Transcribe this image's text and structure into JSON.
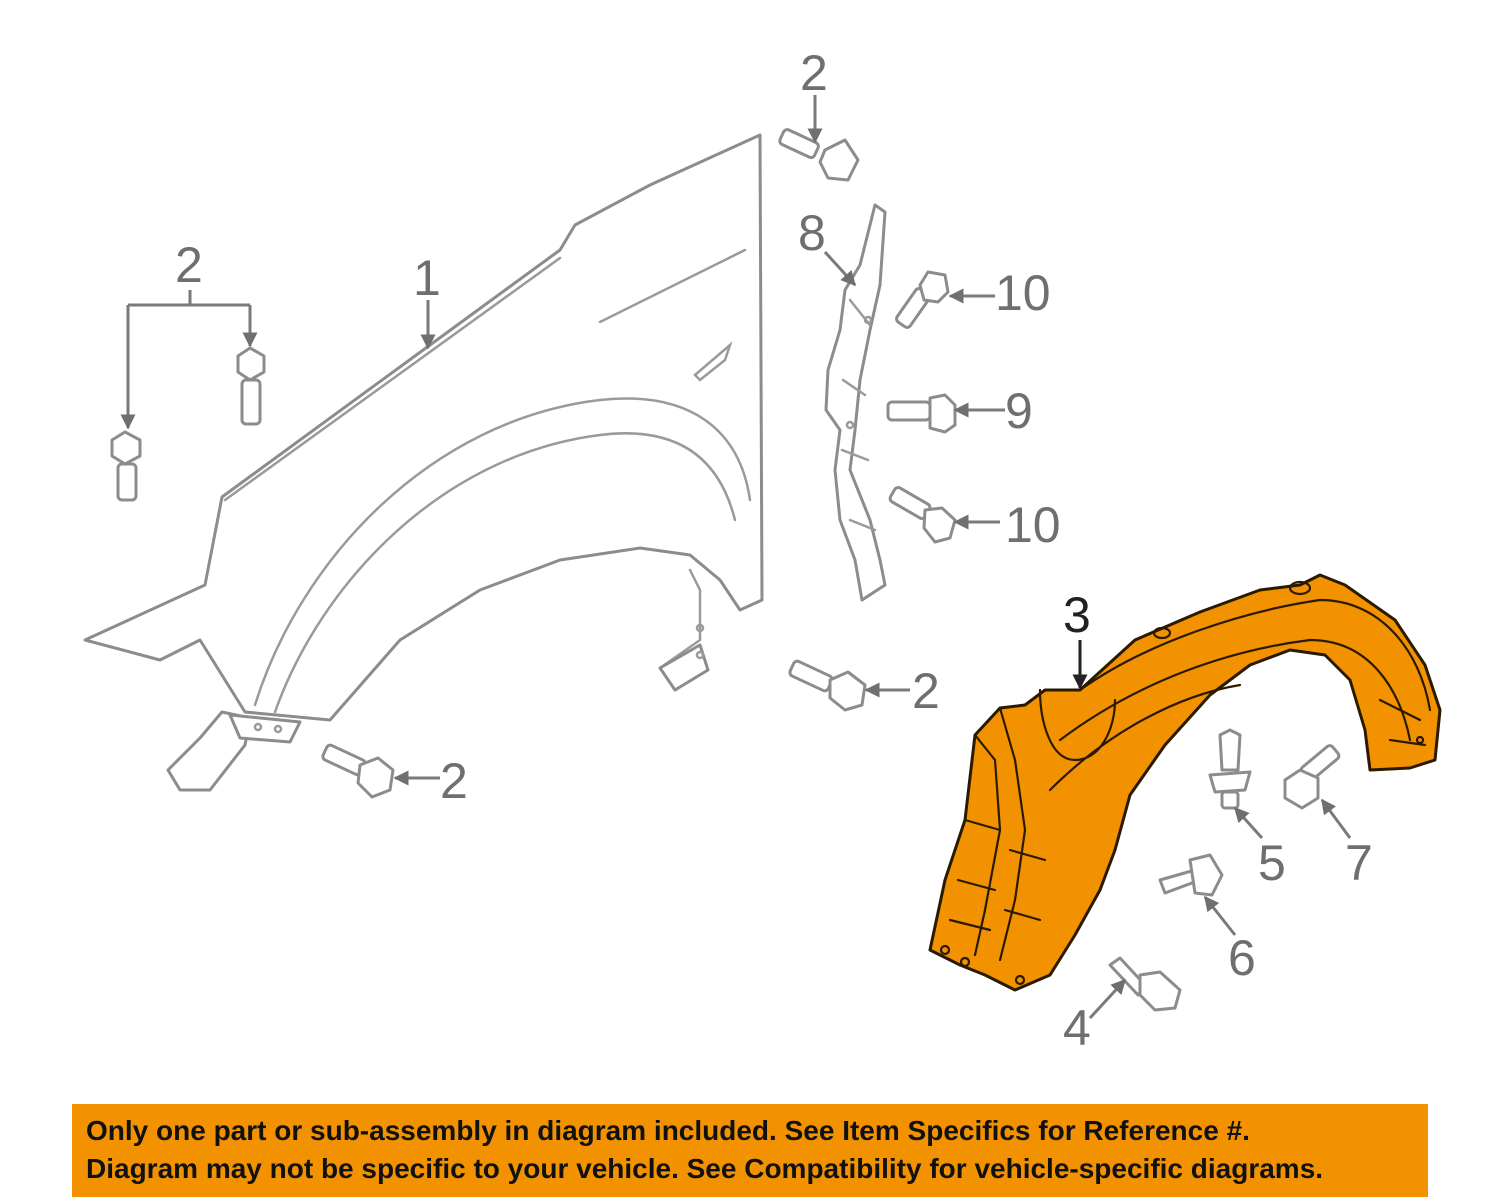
{
  "callouts": {
    "c1": "1",
    "c2_top": "2",
    "c2_left": "2",
    "c2_right": "2",
    "c2_bottom": "2",
    "c3": "3",
    "c4": "4",
    "c5": "5",
    "c6": "6",
    "c7": "7",
    "c8": "8",
    "c9": "9",
    "c10_upper": "10",
    "c10_lower": "10"
  },
  "notice": {
    "line1": "Only one part or sub-assembly in diagram included. See Item Specifics for Reference #.",
    "line2": "Diagram may not be specific to your vehicle. See Compatibility for vehicle-specific diagrams."
  },
  "colors": {
    "highlight": "#F39200",
    "line_art": "#8c8c8c",
    "callout_text": "#6f6f6f",
    "highlighted_callout": "#222222"
  }
}
